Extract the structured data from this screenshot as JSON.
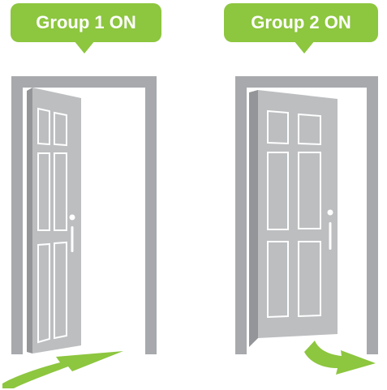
{
  "groups": [
    {
      "label": "Group 1 ON",
      "door_state": "open-inward"
    },
    {
      "label": "Group 2 ON",
      "door_state": "open-outward"
    }
  ],
  "colors": {
    "accent_green": "#8dc63f",
    "door_frame_gray": "#a7a9ac",
    "door_gray": "#bcbec0",
    "door_edge_gray": "#939598",
    "panel_line_white": "#ffffff"
  }
}
